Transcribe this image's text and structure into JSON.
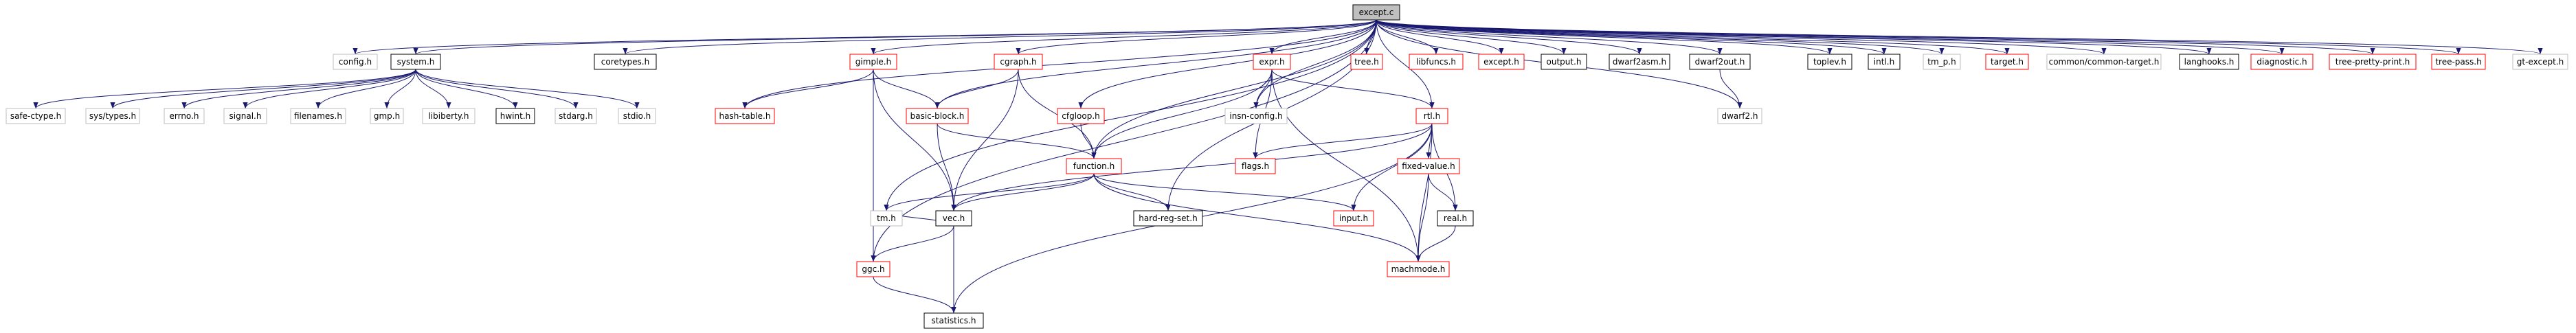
{
  "graph": {
    "root": "except.c",
    "colors": {
      "edge": "#191970",
      "root_fill": "#bfbfbf",
      "root_border": "#000000",
      "black_border": "#000000",
      "gray_border": "#bfbfbf",
      "red_border": "#ff0000"
    },
    "nodes": [
      {
        "id": "except_c",
        "label": "except.c",
        "style": "root"
      },
      {
        "id": "config_h",
        "label": "config.h",
        "style": "gray"
      },
      {
        "id": "system_h",
        "label": "system.h",
        "style": "black"
      },
      {
        "id": "coretypes_h",
        "label": "coretypes.h",
        "style": "black"
      },
      {
        "id": "gimple_h",
        "label": "gimple.h",
        "style": "red"
      },
      {
        "id": "cgraph_h",
        "label": "cgraph.h",
        "style": "red"
      },
      {
        "id": "expr_h",
        "label": "expr.h",
        "style": "red"
      },
      {
        "id": "tree_h",
        "label": "tree.h",
        "style": "red"
      },
      {
        "id": "libfuncs_h",
        "label": "libfuncs.h",
        "style": "red"
      },
      {
        "id": "except_h",
        "label": "except.h",
        "style": "red"
      },
      {
        "id": "output_h",
        "label": "output.h",
        "style": "black"
      },
      {
        "id": "dwarf2asm_h",
        "label": "dwarf2asm.h",
        "style": "black"
      },
      {
        "id": "dwarf2out_h",
        "label": "dwarf2out.h",
        "style": "black"
      },
      {
        "id": "toplev_h",
        "label": "toplev.h",
        "style": "black"
      },
      {
        "id": "intl_h",
        "label": "intl.h",
        "style": "black"
      },
      {
        "id": "tm_p_h",
        "label": "tm_p.h",
        "style": "gray"
      },
      {
        "id": "target_h",
        "label": "target.h",
        "style": "red"
      },
      {
        "id": "common_target_h",
        "label": "common/common-target.h",
        "style": "gray"
      },
      {
        "id": "langhooks_h",
        "label": "langhooks.h",
        "style": "black"
      },
      {
        "id": "diagnostic_h",
        "label": "diagnostic.h",
        "style": "red"
      },
      {
        "id": "tree_pretty_print_h",
        "label": "tree-pretty-print.h",
        "style": "red"
      },
      {
        "id": "tree_pass_h",
        "label": "tree-pass.h",
        "style": "red"
      },
      {
        "id": "gt_except_h",
        "label": "gt-except.h",
        "style": "gray"
      },
      {
        "id": "safe_ctype_h",
        "label": "safe-ctype.h",
        "style": "gray"
      },
      {
        "id": "sys_types_h",
        "label": "sys/types.h",
        "style": "gray"
      },
      {
        "id": "errno_h",
        "label": "errno.h",
        "style": "gray"
      },
      {
        "id": "signal_h",
        "label": "signal.h",
        "style": "gray"
      },
      {
        "id": "filenames_h",
        "label": "filenames.h",
        "style": "gray"
      },
      {
        "id": "gmp_h",
        "label": "gmp.h",
        "style": "gray"
      },
      {
        "id": "libiberty_h",
        "label": "libiberty.h",
        "style": "gray"
      },
      {
        "id": "hwint_h",
        "label": "hwint.h",
        "style": "black"
      },
      {
        "id": "stdarg_h",
        "label": "stdarg.h",
        "style": "gray"
      },
      {
        "id": "stdio_h",
        "label": "stdio.h",
        "style": "gray"
      },
      {
        "id": "hash_table_h",
        "label": "hash-table.h",
        "style": "red"
      },
      {
        "id": "basic_block_h",
        "label": "basic-block.h",
        "style": "red"
      },
      {
        "id": "cfgloop_h",
        "label": "cfgloop.h",
        "style": "red"
      },
      {
        "id": "insn_config_h",
        "label": "insn-config.h",
        "style": "gray"
      },
      {
        "id": "rtl_h",
        "label": "rtl.h",
        "style": "red"
      },
      {
        "id": "flags_h",
        "label": "flags.h",
        "style": "red"
      },
      {
        "id": "fixed_value_h",
        "label": "fixed-value.h",
        "style": "red"
      },
      {
        "id": "dwarf2_h",
        "label": "dwarf2.h",
        "style": "gray"
      },
      {
        "id": "function_h",
        "label": "function.h",
        "style": "red"
      },
      {
        "id": "tm_h",
        "label": "tm.h",
        "style": "gray"
      },
      {
        "id": "vec_h",
        "label": "vec.h",
        "style": "black"
      },
      {
        "id": "hard_reg_set_h",
        "label": "hard-reg-set.h",
        "style": "black"
      },
      {
        "id": "input_h",
        "label": "input.h",
        "style": "red"
      },
      {
        "id": "real_h",
        "label": "real.h",
        "style": "black"
      },
      {
        "id": "ggc_h",
        "label": "ggc.h",
        "style": "red"
      },
      {
        "id": "machmode_h",
        "label": "machmode.h",
        "style": "red"
      },
      {
        "id": "statistics_h",
        "label": "statistics.h",
        "style": "black"
      }
    ],
    "edges": [
      [
        "except_c",
        "config_h"
      ],
      [
        "except_c",
        "system_h"
      ],
      [
        "except_c",
        "coretypes_h"
      ],
      [
        "except_c",
        "gimple_h"
      ],
      [
        "except_c",
        "cgraph_h"
      ],
      [
        "except_c",
        "expr_h"
      ],
      [
        "except_c",
        "tree_h"
      ],
      [
        "except_c",
        "libfuncs_h"
      ],
      [
        "except_c",
        "except_h"
      ],
      [
        "except_c",
        "output_h"
      ],
      [
        "except_c",
        "dwarf2asm_h"
      ],
      [
        "except_c",
        "dwarf2out_h"
      ],
      [
        "except_c",
        "toplev_h"
      ],
      [
        "except_c",
        "intl_h"
      ],
      [
        "except_c",
        "tm_p_h"
      ],
      [
        "except_c",
        "target_h"
      ],
      [
        "except_c",
        "common_target_h"
      ],
      [
        "except_c",
        "langhooks_h"
      ],
      [
        "except_c",
        "diagnostic_h"
      ],
      [
        "except_c",
        "tree_pretty_print_h"
      ],
      [
        "except_c",
        "tree_pass_h"
      ],
      [
        "except_c",
        "gt_except_h"
      ],
      [
        "except_c",
        "hash_table_h"
      ],
      [
        "except_c",
        "basic_block_h"
      ],
      [
        "except_c",
        "cfgloop_h"
      ],
      [
        "except_c",
        "insn_config_h"
      ],
      [
        "except_c",
        "rtl_h"
      ],
      [
        "except_c",
        "function_h"
      ],
      [
        "except_c",
        "tm_h"
      ],
      [
        "except_c",
        "ggc_h"
      ],
      [
        "except_c",
        "hard_reg_set_h"
      ],
      [
        "except_c",
        "dwarf2_h"
      ],
      [
        "system_h",
        "safe_ctype_h"
      ],
      [
        "system_h",
        "sys_types_h"
      ],
      [
        "system_h",
        "errno_h"
      ],
      [
        "system_h",
        "signal_h"
      ],
      [
        "system_h",
        "filenames_h"
      ],
      [
        "system_h",
        "gmp_h"
      ],
      [
        "system_h",
        "libiberty_h"
      ],
      [
        "system_h",
        "hwint_h"
      ],
      [
        "system_h",
        "stdarg_h"
      ],
      [
        "system_h",
        "stdio_h"
      ],
      [
        "gimple_h",
        "hash_table_h"
      ],
      [
        "gimple_h",
        "basic_block_h"
      ],
      [
        "gimple_h",
        "vec_h"
      ],
      [
        "gimple_h",
        "ggc_h"
      ],
      [
        "cgraph_h",
        "basic_block_h"
      ],
      [
        "cgraph_h",
        "function_h"
      ],
      [
        "cgraph_h",
        "vec_h"
      ],
      [
        "cfgloop_h",
        "function_h"
      ],
      [
        "basic_block_h",
        "function_h"
      ],
      [
        "basic_block_h",
        "vec_h"
      ],
      [
        "expr_h",
        "insn_config_h"
      ],
      [
        "expr_h",
        "rtl_h"
      ],
      [
        "expr_h",
        "flags_h"
      ],
      [
        "expr_h",
        "function_h"
      ],
      [
        "expr_h",
        "machmode_h"
      ],
      [
        "rtl_h",
        "flags_h"
      ],
      [
        "rtl_h",
        "fixed_value_h"
      ],
      [
        "rtl_h",
        "input_h"
      ],
      [
        "rtl_h",
        "real_h"
      ],
      [
        "rtl_h",
        "vec_h"
      ],
      [
        "rtl_h",
        "machmode_h"
      ],
      [
        "rtl_h",
        "statistics_h"
      ],
      [
        "fixed_value_h",
        "real_h"
      ],
      [
        "fixed_value_h",
        "machmode_h"
      ],
      [
        "real_h",
        "machmode_h"
      ],
      [
        "function_h",
        "tm_h"
      ],
      [
        "function_h",
        "vec_h"
      ],
      [
        "function_h",
        "hard_reg_set_h"
      ],
      [
        "function_h",
        "input_h"
      ],
      [
        "function_h",
        "machmode_h"
      ],
      [
        "vec_h",
        "tm_h"
      ],
      [
        "vec_h",
        "ggc_h"
      ],
      [
        "vec_h",
        "statistics_h"
      ],
      [
        "ggc_h",
        "statistics_h"
      ],
      [
        "dwarf2out_h",
        "dwarf2_h"
      ]
    ]
  }
}
